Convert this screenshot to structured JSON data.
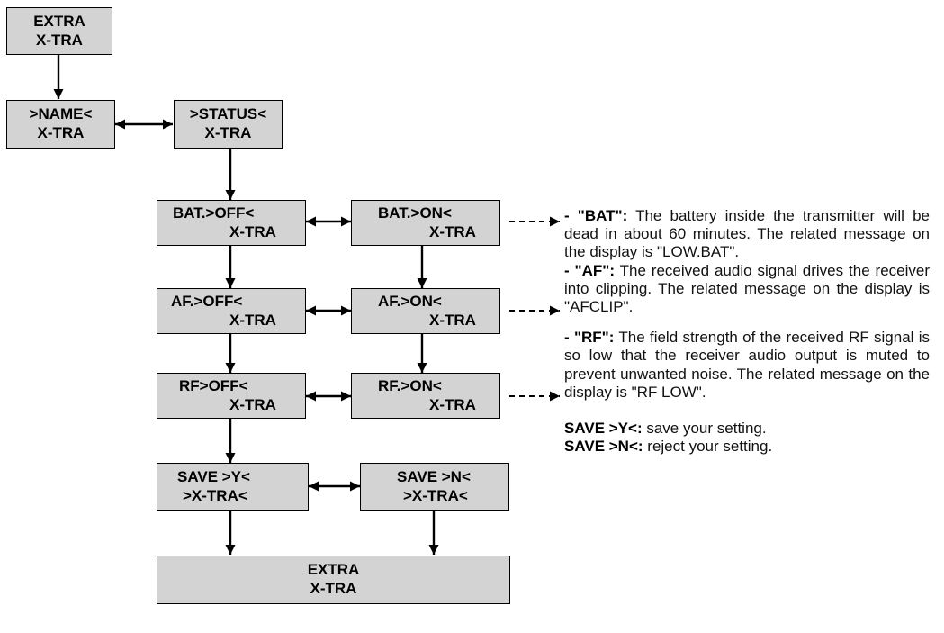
{
  "boxes": {
    "extra_top": {
      "line1": "EXTRA",
      "line2": "X-TRA"
    },
    "name": {
      "line1": ">NAME<",
      "line2": "X-TRA"
    },
    "status": {
      "line1": ">STATUS<",
      "line2": "X-TRA"
    },
    "bat_off": {
      "line1": "BAT.>OFF<",
      "line2": "X-TRA"
    },
    "bat_on": {
      "line1": "BAT.>ON<",
      "line2": "X-TRA"
    },
    "af_off": {
      "line1": "AF.>OFF<",
      "line2": "X-TRA"
    },
    "af_on": {
      "line1": "AF.>ON<",
      "line2": "X-TRA"
    },
    "rf_off": {
      "line1": "RF>OFF<",
      "line2": "X-TRA"
    },
    "rf_on": {
      "line1": "RF.>ON<",
      "line2": "X-TRA"
    },
    "save_y": {
      "line1": "SAVE >Y<",
      "line2": ">X-TRA<"
    },
    "save_n": {
      "line1": "SAVE >N<",
      "line2": ">X-TRA<"
    },
    "extra_bottom": {
      "line1": "EXTRA",
      "line2": "X-TRA"
    }
  },
  "notes": {
    "bat": {
      "label": "- \"BAT\":",
      "text": " The battery inside the transmitter will be dead in about 60 minutes. The related message on the display is \"LOW.BAT\"."
    },
    "af": {
      "label": "- \"AF\":",
      "text": " The received audio signal drives the receiver into clipping. The related message on the display is \"AFCLIP\"."
    },
    "rf": {
      "label": "- \"RF\":",
      "text": " The field strength of the received RF signal is so low that the receiver audio output is muted to prevent unwanted noise. The related message on the display is \"RF LOW\"."
    },
    "save_y": {
      "label": "SAVE >Y<:",
      "text": " save your setting."
    },
    "save_n": {
      "label": "SAVE >N<:",
      "text": " reject your setting."
    }
  },
  "colors": {
    "box_fill": "#d3d3d3",
    "line": "#000000"
  }
}
